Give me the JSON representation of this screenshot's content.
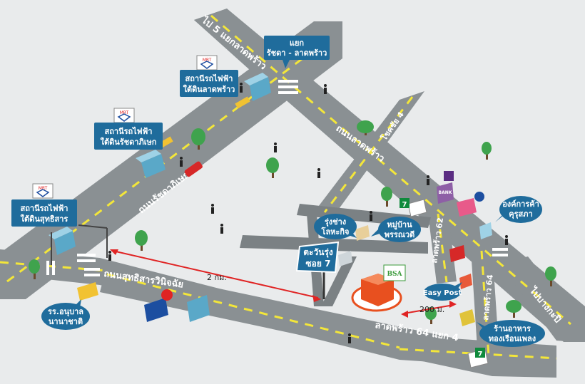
{
  "colors": {
    "background": "#e9ebec",
    "road": "#8a9093",
    "lane_marking": "#f3e63a",
    "callout": "#1f6c9c",
    "route_arrow": "#e02424",
    "destination": "#e8501f"
  },
  "roads": {
    "to_5_yaek": "ไป 5 แยกลาดพร้าว",
    "ratchada": "ถนนรัชดาภิเษก",
    "lat_phrao": "ถนนลาดพร้าว",
    "sutthisan": "ถนนสุทธิสารวินิจฉัย",
    "lat_phrao_64_yaek_4": "ลาดพร้าว 64 แยก 4",
    "lat_phrao_62": "ลาดพร้าว 62",
    "lat_phrao_64": "ลาดพร้าว 64",
    "chok_chai_4": "โชคชัย 4",
    "to_bang_kapi": "ไปบางกะปิ"
  },
  "callouts": {
    "intersection_line1": "แยก",
    "intersection_line2": "รัชดา - ลาดพร้าว",
    "mrt_lat_phrao_line1": "สถานีรถไฟฟ้า",
    "mrt_lat_phrao_line2": "ใต้ดินลาดพร้าว",
    "mrt_ratchada_line1": "สถานีรถไฟฟ้า",
    "mrt_ratchada_line2": "ใต้ดินรัชดาภิเษก",
    "mrt_sutthisan_line1": "สถานีรถไฟฟ้า",
    "mrt_sutthisan_line2": "ใต้ดินสุทธิสาร",
    "school_line1": "รร.อนุบาล",
    "school_line2": "นานาชาติ",
    "rung_chang_line1": "รุ่งช่าง",
    "rung_chang_line2": "โลหะกิจ",
    "village_line1": "หมู่บ้าน",
    "village_line2": "พรรณวดี",
    "soi_line1": "ตะวันรุ่ง",
    "soi_line2": "ซอย 7",
    "coop_line1": "องค์การค้า",
    "coop_line2": "คุรุสภา",
    "easy_post": "Easy Post",
    "restaurant_line1": "ร้านอาหาร",
    "restaurant_line2": "ทองเรือนเพลง"
  },
  "distances": {
    "two_km": "2 กม.",
    "two_hundred_m": "200 ม."
  },
  "badges": {
    "mrt": "MRT",
    "seven": "7",
    "bsa": "BSA",
    "bank": "BANK"
  }
}
